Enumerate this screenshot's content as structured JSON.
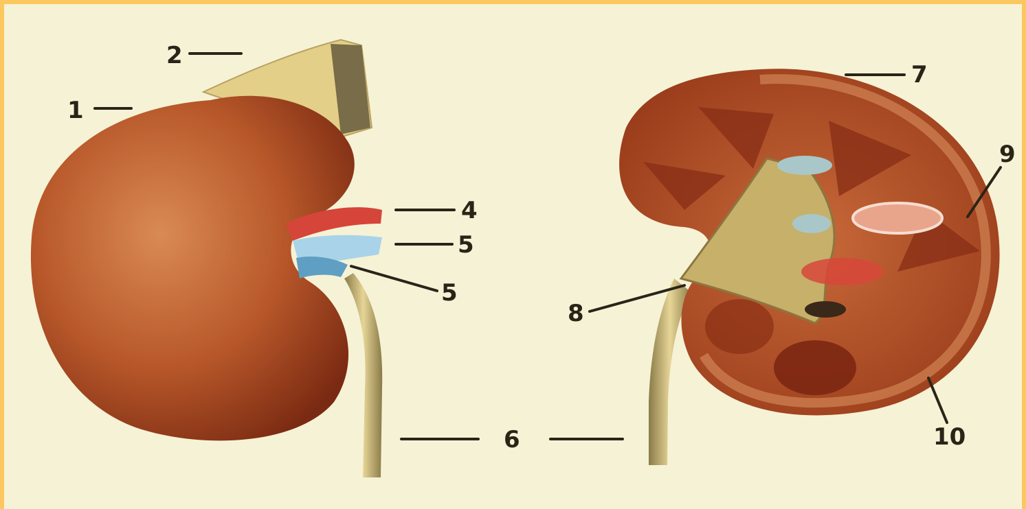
{
  "figure": {
    "labels": [
      {
        "id": "1",
        "text": "1"
      },
      {
        "id": "2",
        "text": "2"
      },
      {
        "id": "4",
        "text": "4"
      },
      {
        "id": "5a",
        "text": "5"
      },
      {
        "id": "5b",
        "text": "5"
      },
      {
        "id": "6",
        "text": "6"
      },
      {
        "id": "7",
        "text": "7"
      },
      {
        "id": "8",
        "text": "8"
      },
      {
        "id": "9",
        "text": "9"
      },
      {
        "id": "10",
        "text": "10"
      }
    ]
  },
  "colors": {
    "border": "#fbc85f",
    "background": "#f6f2d6",
    "kidney": "#b85a2a",
    "adrenal": "#e3cf88",
    "artery": "#d6453a",
    "vein": "#5f9fc4",
    "ureter": "#d9c58a"
  }
}
